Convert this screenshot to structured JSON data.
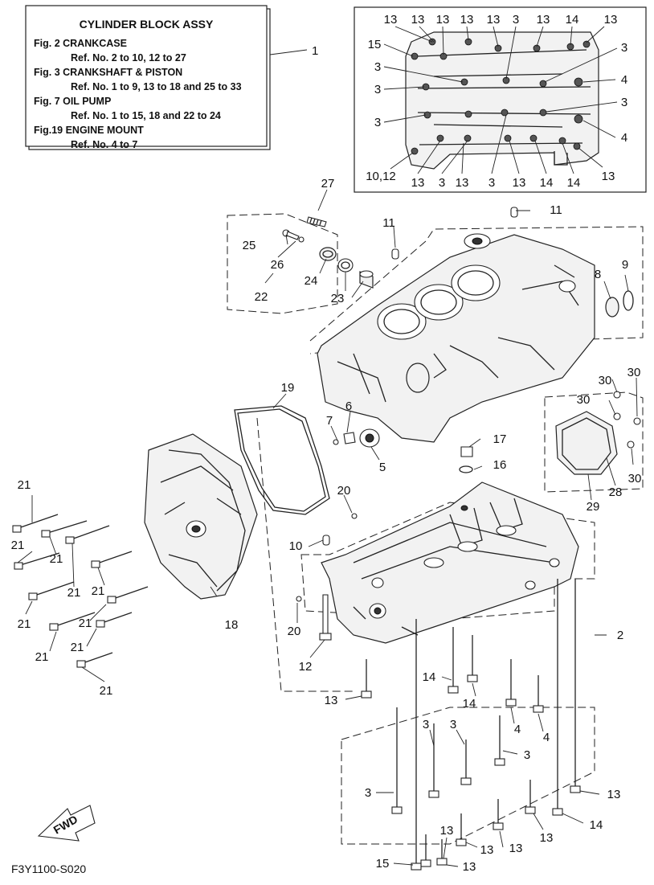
{
  "title_box": {
    "title": "CYLINDER BLOCK ASSY",
    "lines": [
      {
        "fig": "Fig.  2 CRANKCASE",
        "ref": "Ref. No. 2 to 10, 12  to 27"
      },
      {
        "fig": "Fig.  3 CRANKSHAFT & PISTON",
        "ref": "Ref. No. 1 to 9, 13 to 18 and 25 to 33"
      },
      {
        "fig": "Fig. 7 OIL PUMP",
        "ref": "Ref. No. 1 to 15, 18 and 22 to 24"
      },
      {
        "fig": "Fig.19 ENGINE MOUNT",
        "ref": "Ref. No. 4 to 7"
      }
    ],
    "callout": "1"
  },
  "inset_labels": {
    "top": [
      "13",
      "13",
      "13",
      "13",
      "13",
      "3",
      "13",
      "14",
      "13"
    ],
    "left": [
      "15",
      "3",
      "3",
      "3"
    ],
    "right": [
      "3",
      "4",
      "3",
      "4"
    ],
    "bottom": [
      "10,12",
      "13",
      "3",
      "13",
      "3",
      "13",
      "14",
      "14",
      "13"
    ]
  },
  "callouts": {
    "c2": "2",
    "c3a": "3",
    "c3b": "3",
    "c3c": "3",
    "c3d": "3",
    "c4a": "4",
    "c4b": "4",
    "c5": "5",
    "c6": "6",
    "c7": "7",
    "c8": "8",
    "c9": "9",
    "c10": "10",
    "c11a": "11",
    "c11b": "11",
    "c12": "12",
    "c13a": "13",
    "c13b": "13",
    "c13c": "13",
    "c13d": "13",
    "c13e": "13",
    "c13f": "13",
    "c14a": "14",
    "c14b": "14",
    "c14c": "14",
    "c15": "15",
    "c16": "16",
    "c17": "17",
    "c18": "18",
    "c19": "19",
    "c20a": "20",
    "c20b": "20",
    "c21a": "21",
    "c21b": "21",
    "c21c": "21",
    "c21d": "21",
    "c21e": "21",
    "c21f": "21",
    "c21g": "21",
    "c21h": "21",
    "c21i": "21",
    "c22": "22",
    "c23": "23",
    "c24": "24",
    "c25": "25",
    "c26": "26",
    "c27": "27",
    "c28": "28",
    "c29": "29",
    "c30a": "30",
    "c30b": "30",
    "c30c": "30",
    "c30d": "30"
  },
  "fwd_label": "FWD",
  "diagram_code": "F3Y1100-S020"
}
